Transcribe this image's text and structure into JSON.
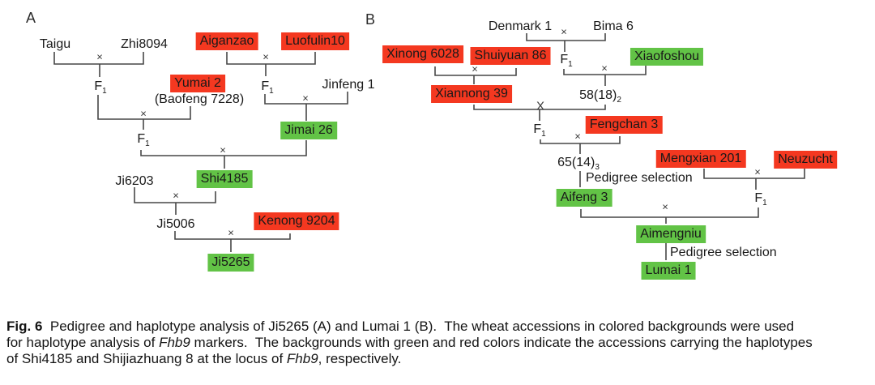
{
  "figure": {
    "panel_a_label": "A",
    "panel_b_label": "B"
  },
  "symbols": {
    "cross": "×",
    "cross_large": "X",
    "f": "F",
    "f_subscript": "1"
  },
  "colors": {
    "red_haplotype_bg": "#f43820",
    "green_haplotype_bg": "#62c346",
    "line": "#474747",
    "text": "#191919"
  },
  "panel_a": {
    "nodes": {
      "taigu": {
        "label": "Taigu",
        "highlight": "none"
      },
      "zhi8094": {
        "label": "Zhi8094",
        "highlight": "none"
      },
      "aiganzao": {
        "label": "Aiganzao",
        "highlight": "red"
      },
      "luofulin10": {
        "label": "Luofulin10",
        "highlight": "red"
      },
      "yumai2": {
        "label": "Yumai 2",
        "highlight": "red"
      },
      "baofeng": {
        "label": "(Baofeng 7228)",
        "highlight": "none"
      },
      "jinfeng1": {
        "label": "Jinfeng 1",
        "highlight": "none"
      },
      "jimai26": {
        "label": "Jimai 26",
        "highlight": "green"
      },
      "ji6203": {
        "label": "Ji6203",
        "highlight": "none"
      },
      "shi4185": {
        "label": "Shi4185",
        "highlight": "green"
      },
      "ji5006": {
        "label": "Ji5006",
        "highlight": "none"
      },
      "kenong9204": {
        "label": "Kenong 9204",
        "highlight": "red"
      },
      "ji5265": {
        "label": "Ji5265",
        "highlight": "green"
      }
    }
  },
  "panel_b": {
    "nodes": {
      "denmark1": {
        "label": "Denmark 1",
        "highlight": "none"
      },
      "bima6": {
        "label": "Bima 6",
        "highlight": "none"
      },
      "xinong6028": {
        "label": "Xinong 6028",
        "highlight": "red"
      },
      "shuiyuan86": {
        "label": "Shuiyuan 86",
        "highlight": "red"
      },
      "xiaofoshou": {
        "label": "Xiaofoshou",
        "highlight": "green"
      },
      "xiannong39": {
        "label": "Xiannong 39",
        "highlight": "red"
      },
      "gen58": {
        "label": "58(18)",
        "subscript": "2",
        "highlight": "none"
      },
      "fengchan3": {
        "label": "Fengchan 3",
        "highlight": "red"
      },
      "gen65": {
        "label": "65(14)",
        "subscript": "3",
        "highlight": "none"
      },
      "mengxian201": {
        "label": "Mengxian 201",
        "highlight": "red"
      },
      "neuzucht": {
        "label": "Neuzucht",
        "highlight": "red"
      },
      "aifeng3": {
        "label": "Aifeng 3",
        "highlight": "green"
      },
      "aimengniu": {
        "label": "Aimengniu",
        "highlight": "green"
      },
      "lumai1": {
        "label": "Lumai 1",
        "highlight": "green"
      }
    },
    "annotations": {
      "pedigree_selection_1": "Pedigree selection",
      "pedigree_selection_2": "Pedigree selection"
    }
  },
  "caption": {
    "line1": {
      "fig_label": "Fig. 6",
      "rest": "  Pedigree and haplotype analysis of Ji5265 (A) and Lumai 1 (B).  The wheat accessions in colored backgrounds were used"
    },
    "line2": {
      "pre": "for haplotype analysis of ",
      "gene": "Fhb9",
      "rest": " markers.  The backgrounds with green and red colors indicate the accessions carrying the haplotypes"
    },
    "line3": {
      "pre": "of Shi4185 and Shijiazhuang 8 at the locus of ",
      "gene": "Fhb9",
      "rest": ", respectively."
    }
  }
}
